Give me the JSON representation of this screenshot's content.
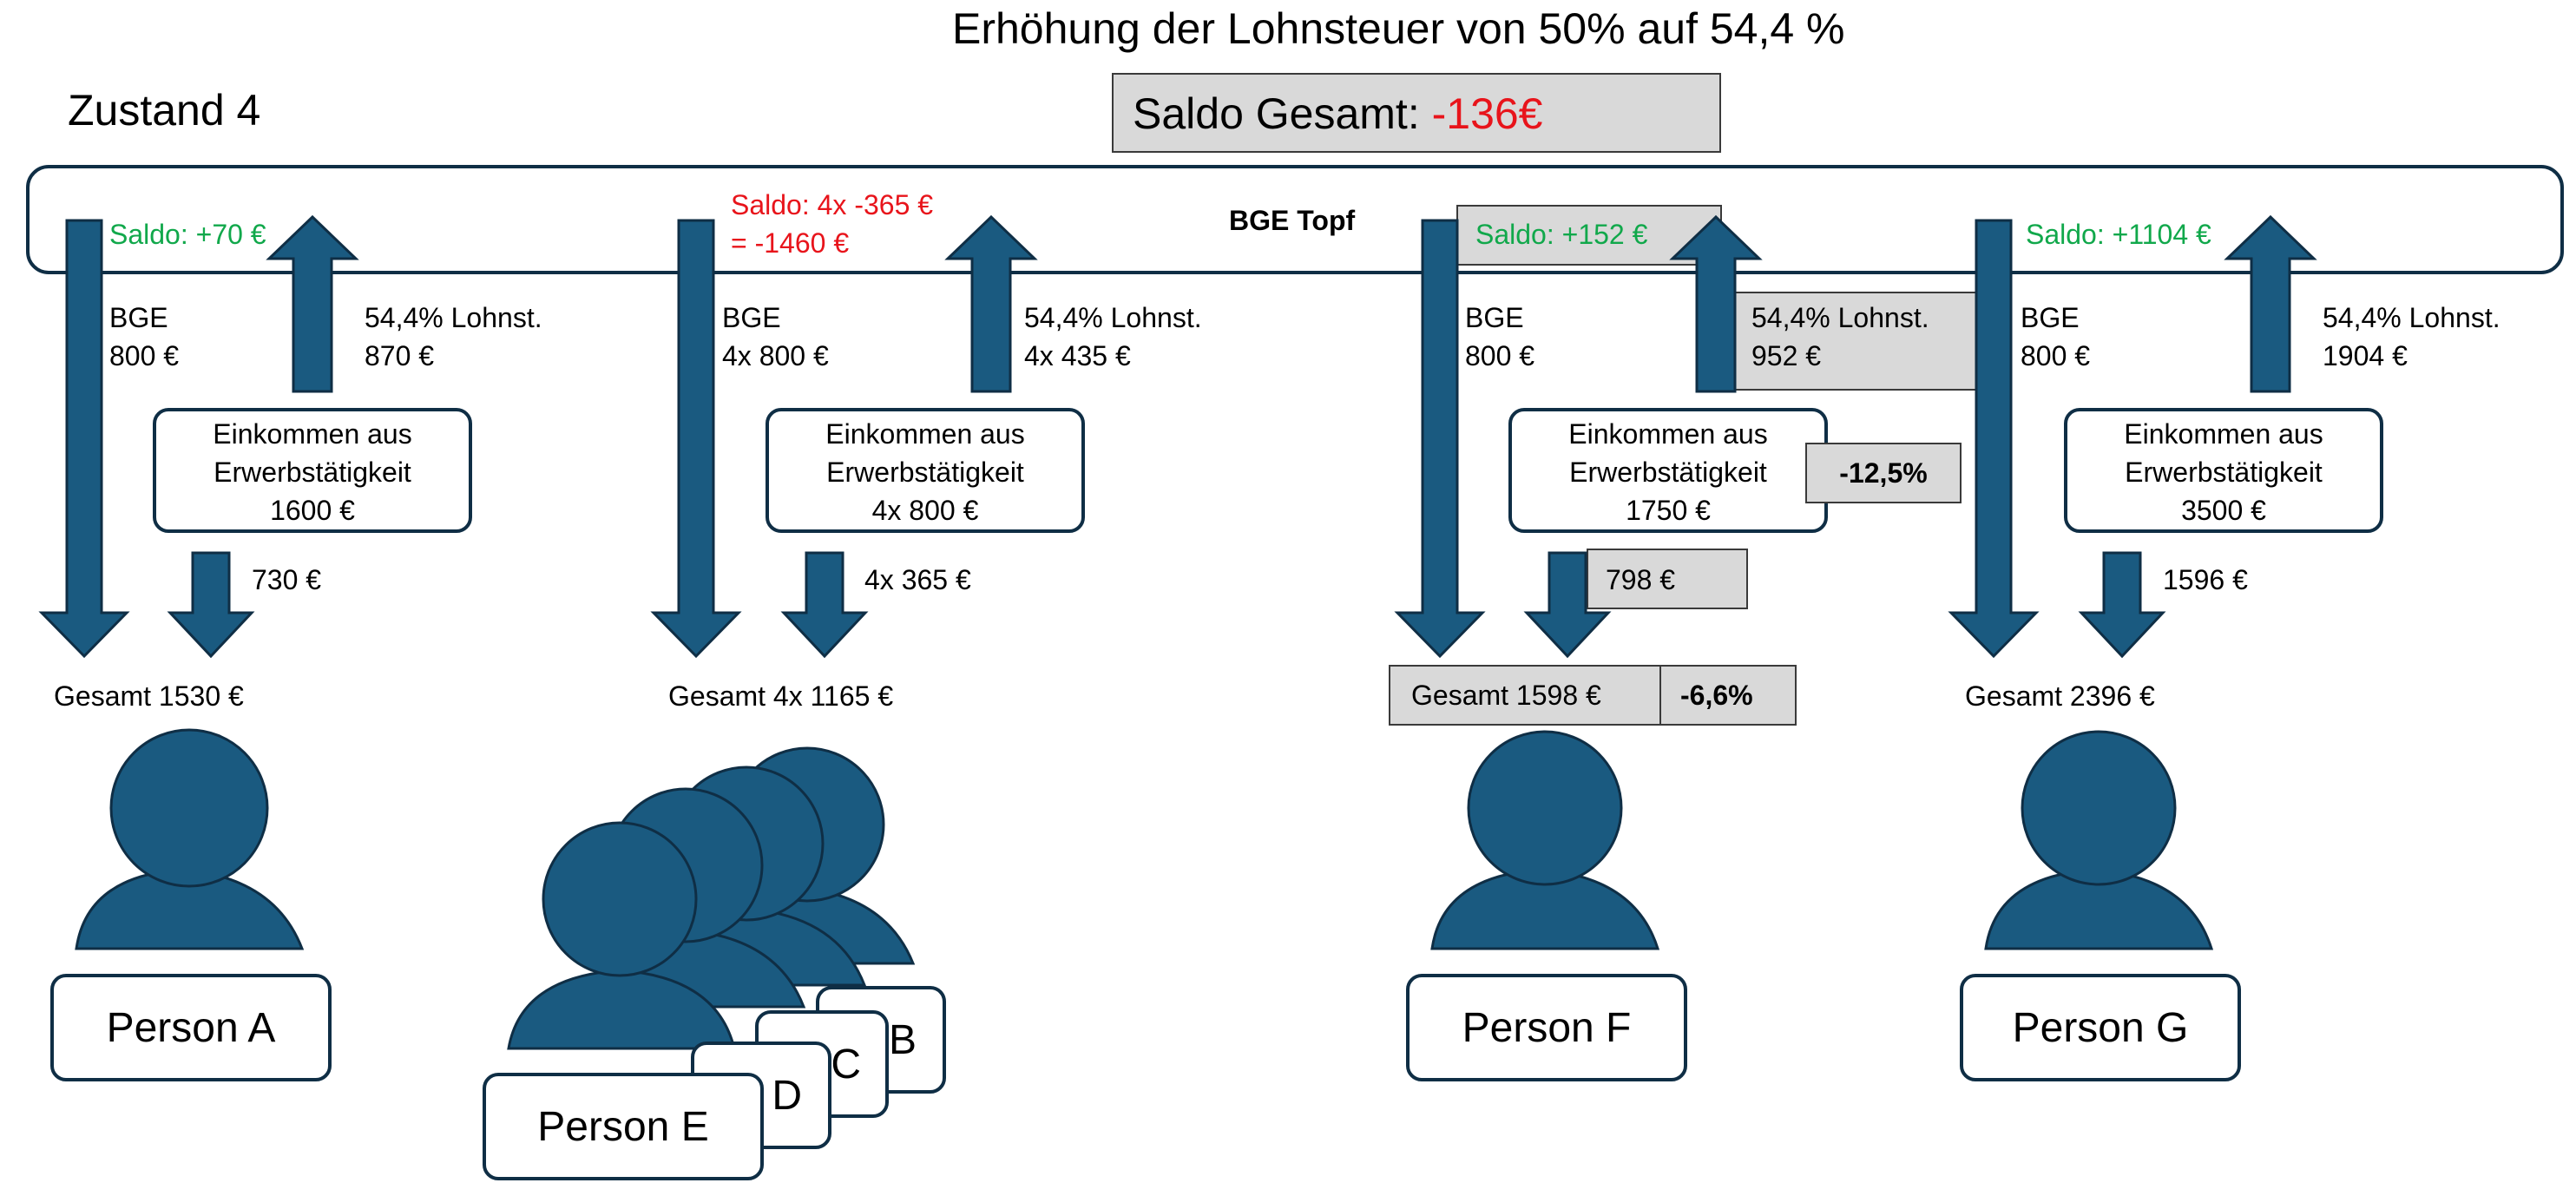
{
  "header": {
    "title": "Erhöhung der Lohnsteuer von 50% auf 54,4 %",
    "state": "Zustand 4",
    "saldo_label": "Saldo Gesamt: ",
    "saldo_value": "-136€"
  },
  "pot": {
    "label": "BGE Topf"
  },
  "colors": {
    "arrow": "#1a5a80",
    "border": "#0f2e45",
    "green": "#11a84b",
    "red": "#e8141b",
    "highlight": "#d9d9d9"
  },
  "groups": {
    "a": {
      "saldo": "Saldo: +70 €",
      "bge_1": "BGE",
      "bge_2": "800 €",
      "tax_1": "54,4% Lohnst.",
      "tax_2": "870 €",
      "income_1": "Einkommen aus",
      "income_2": "Erwerbstätigkeit",
      "income_3": "1600 €",
      "net": "730 €",
      "total": "Gesamt 1530 €",
      "person": "Person A"
    },
    "be": {
      "saldo_1": "Saldo: 4x -365 €",
      "saldo_2": "= -1460 €",
      "bge_1": "BGE",
      "bge_2": "4x 800 €",
      "tax_1": "54,4% Lohnst.",
      "tax_2": "4x 435 €",
      "income_1": "Einkommen aus",
      "income_2": "Erwerbstätigkeit",
      "income_3": "4x 800 €",
      "net": "4x 365 €",
      "total": "Gesamt 4x 1165 €",
      "person_b": "B",
      "person_c": "C",
      "person_d": "D",
      "person_e": "Person E"
    },
    "f": {
      "saldo": "Saldo: +152 €",
      "bge_1": "BGE",
      "bge_2": "800 €",
      "tax_1": "54,4% Lohnst.",
      "tax_2": "952 €",
      "income_1": "Einkommen aus",
      "income_2": "Erwerbstätigkeit",
      "income_3": "1750 €",
      "income_change": "-12,5%",
      "net": "798 €",
      "total": "Gesamt 1598 €",
      "total_change": "-6,6%",
      "person": "Person F"
    },
    "g": {
      "saldo": "Saldo: +1104 €",
      "bge_1": "BGE",
      "bge_2": "800 €",
      "tax_1": "54,4% Lohnst.",
      "tax_2": "1904 €",
      "income_1": "Einkommen aus",
      "income_2": "Erwerbstätigkeit",
      "income_3": "3500 €",
      "net": "1596 €",
      "total": "Gesamt 2396 €",
      "person": "Person G"
    }
  }
}
